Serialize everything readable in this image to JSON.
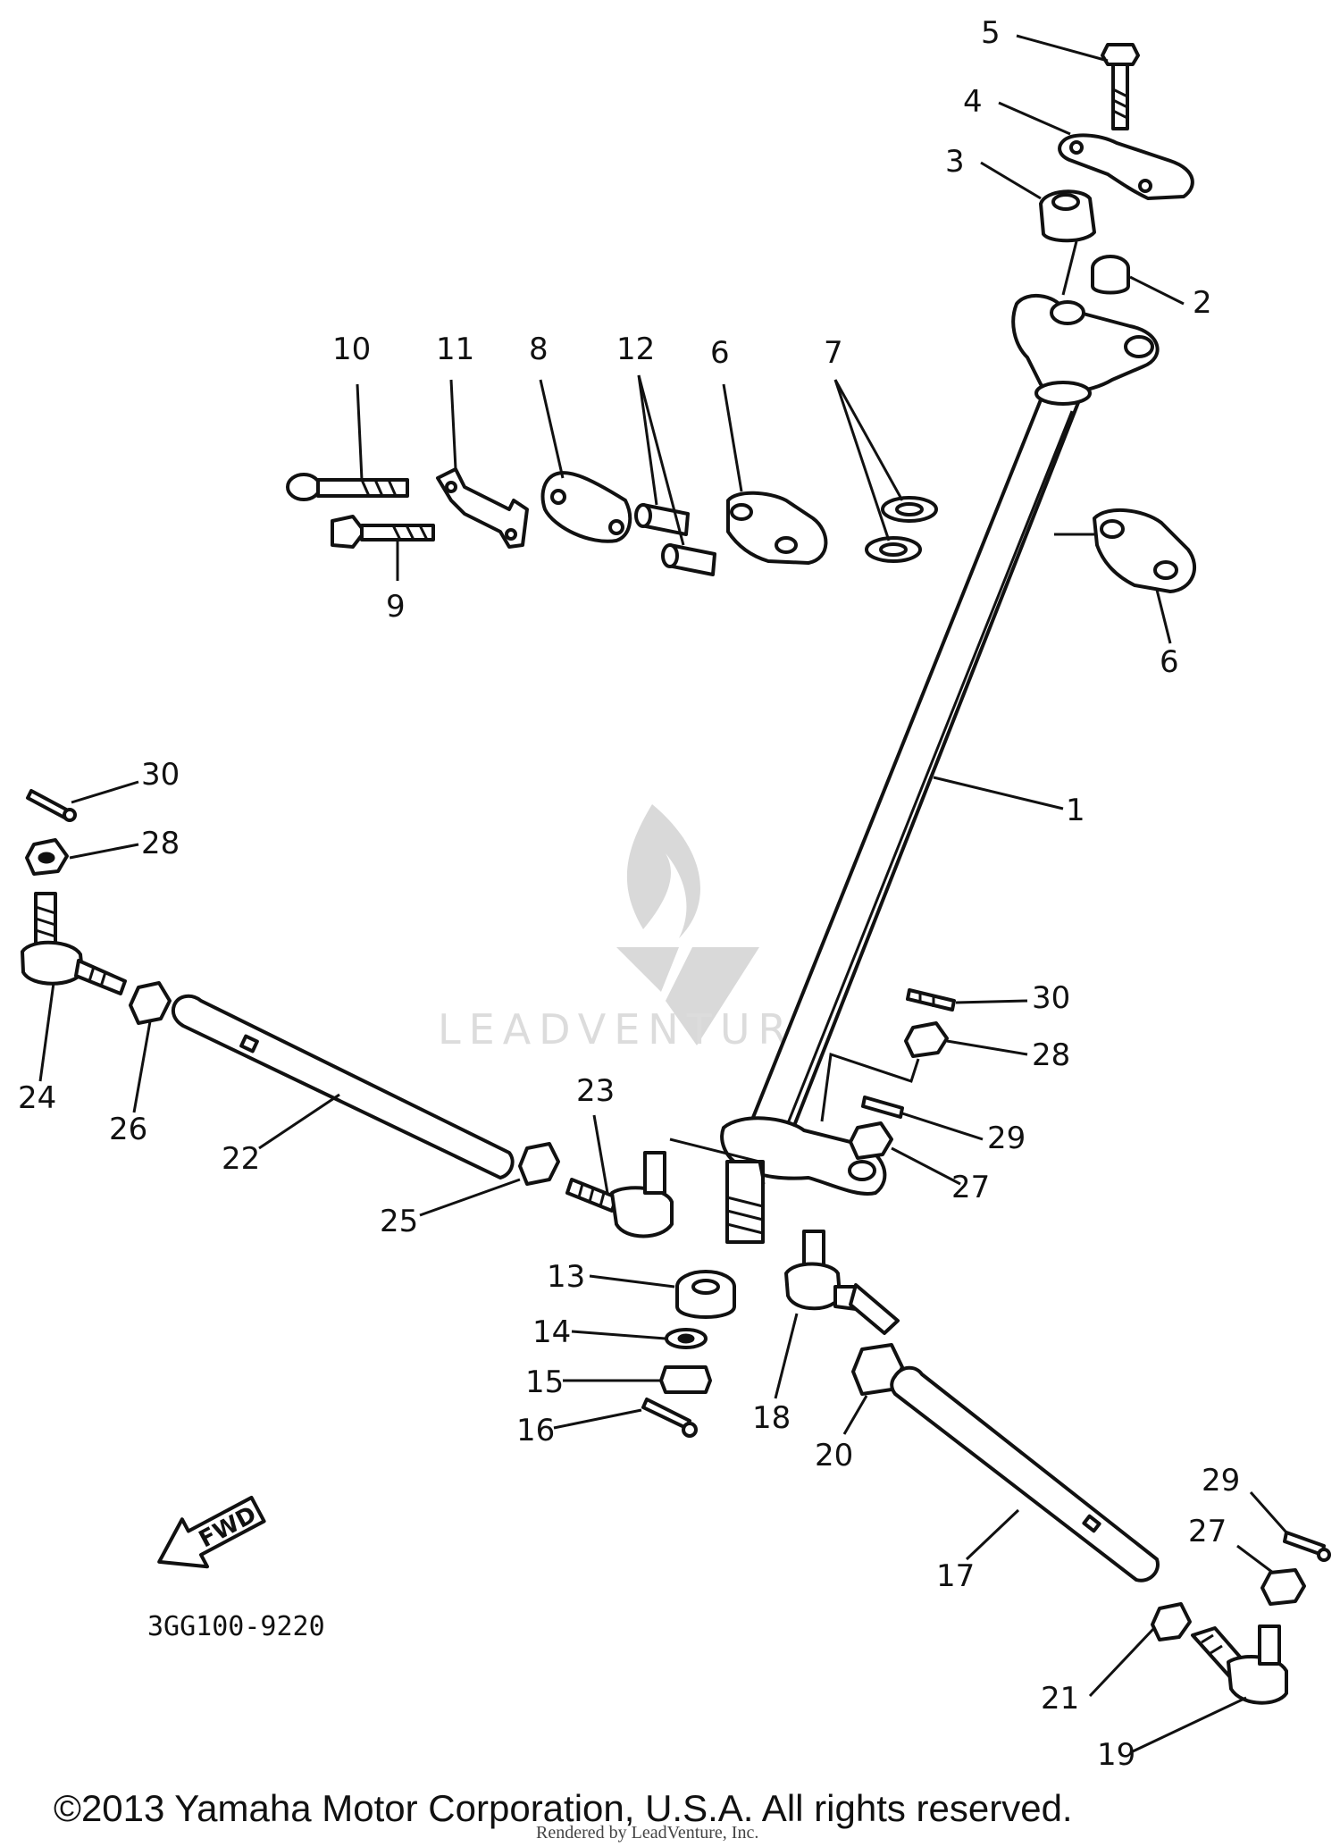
{
  "diagram": {
    "part_number": "3GG100-9220",
    "fwd_label": "FWD",
    "watermark": "LEADVENTURE",
    "callouts": {
      "c1": "1",
      "c2": "2",
      "c3": "3",
      "c4": "4",
      "c5": "5",
      "c6a": "6",
      "c6b": "6",
      "c7": "7",
      "c8": "8",
      "c9": "9",
      "c10": "10",
      "c11": "11",
      "c12": "12",
      "c13": "13",
      "c14": "14",
      "c15": "15",
      "c16": "16",
      "c17": "17",
      "c18": "18",
      "c19": "19",
      "c20": "20",
      "c21": "21",
      "c22": "22",
      "c23": "23",
      "c24": "24",
      "c25": "25",
      "c26": "26",
      "c27a": "27",
      "c27b": "27",
      "c28a": "28",
      "c28b": "28",
      "c29a": "29",
      "c29b": "29",
      "c30a": "30",
      "c30b": "30"
    }
  },
  "footer": {
    "copyright": "©2013 Yamaha Motor Corporation, U.S.A. All rights reserved.",
    "rendered_by": "Rendered by LeadVenture, Inc."
  }
}
